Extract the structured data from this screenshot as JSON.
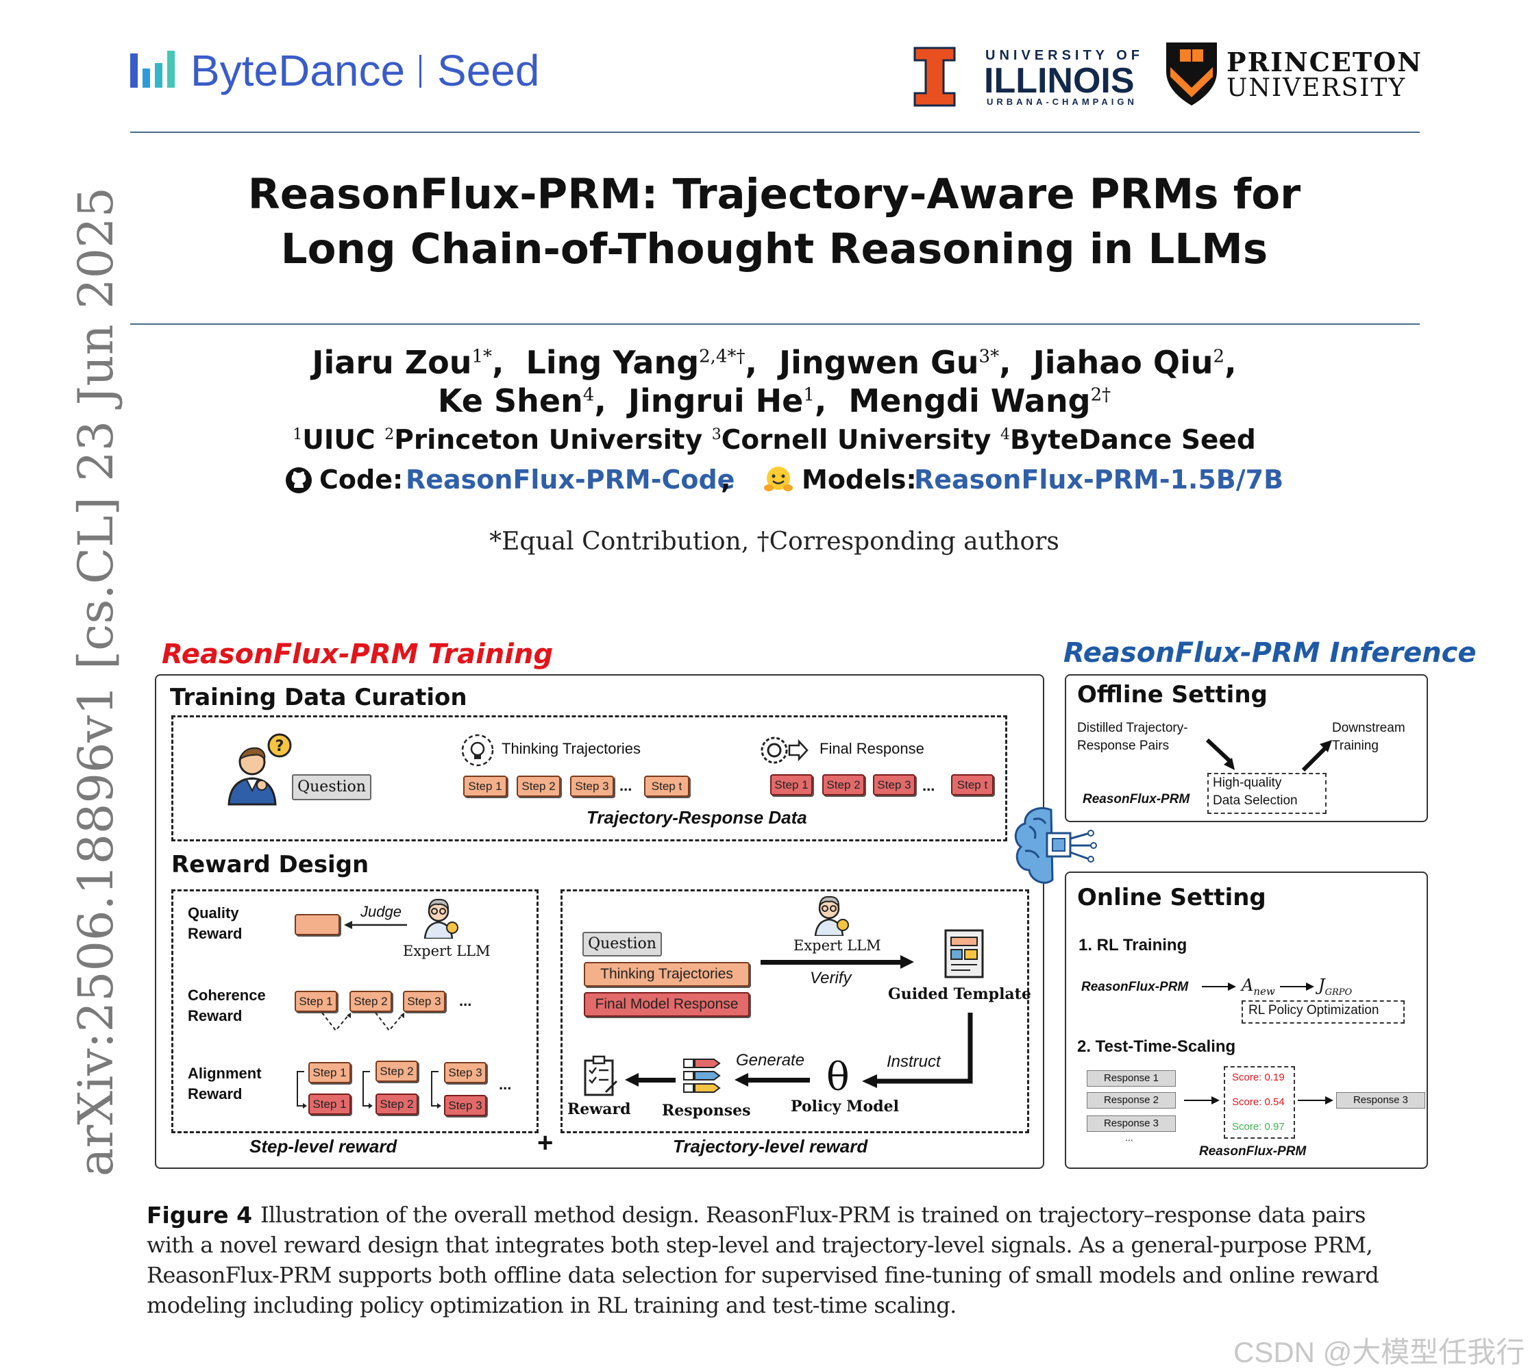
{
  "header": {
    "bytedance": "ByteDance",
    "seed": "Seed",
    "illinois_small": "UNIVERSITY OF",
    "illinois_big": "ILLINOIS",
    "illinois_sub": "URBANA-CHAMPAIGN",
    "princeton_1": "PRINCETON",
    "princeton_2": "UNIVERSITY"
  },
  "arxiv_stamp": "arXiv:2506.18896v1  [cs.CL]  23 Jun 2025",
  "title_line1": "ReasonFlux-PRM: Trajectory-Aware PRMs for",
  "title_line2": "Long Chain-of-Thought Reasoning in LLMs",
  "authors": {
    "a1": "Jiaru Zou",
    "a1_sup": "1*",
    "a2": "Ling Yang",
    "a2_sup": "2,4*†",
    "a3": "Jingwen Gu",
    "a3_sup": "3*",
    "a4": "Jiahao Qiu",
    "a4_sup": "2",
    "a5": "Ke Shen",
    "a5_sup": "4",
    "a6": "Jingrui He",
    "a6_sup": "1",
    "a7": "Mengdi Wang",
    "a7_sup": "2†"
  },
  "affiliations": {
    "s1": "1",
    "t1": "UIUC",
    "s2": "2",
    "t2": "Princeton University",
    "s3": "3",
    "t3": "Cornell University",
    "s4": "4",
    "t4": "ByteDance Seed"
  },
  "links": {
    "code_label": "Code:",
    "code_link": "ReasonFlux-PRM-Code",
    "models_label": "Models:",
    "models_link": "ReasonFlux-PRM-1.5B/7B"
  },
  "contrib": "*Equal Contribution, †Corresponding authors",
  "figure": {
    "training_title": "ReasonFlux-PRM Training",
    "inference_title": "ReasonFlux-PRM Inference",
    "curation_title": "Training Data Curation",
    "question": "Question",
    "thinking_trajectories": "Thinking Trajectories",
    "final_response": "Final Response",
    "steps": [
      "Step 1",
      "Step 2",
      "Step 3",
      "Step t"
    ],
    "ellipsis": "...",
    "traj_resp_data": "Trajectory-Response Data",
    "reward_design": "Reward Design",
    "quality_reward_1": "Quality",
    "quality_reward_2": "Reward",
    "judge": "Judge",
    "expert_llm": "Expert LLM",
    "coherence_1": "Coherence",
    "coherence_2": "Reward",
    "alignment_1": "Alignment",
    "alignment_2": "Reward",
    "step_level": "Step-level reward",
    "plus": "+",
    "traj_level": "Trajectory-level reward",
    "thinking_trajectories_box": "Thinking Trajectories",
    "final_model_response": "Final Model Response",
    "verify": "Verify",
    "guided_template": "Guided Template",
    "instruct": "Instruct",
    "generate": "Generate",
    "theta": "θ",
    "policy_model": "Policy Model",
    "responses": "Responses",
    "reward": "Reward",
    "offline_title": "Offline Setting",
    "distilled_1": "Distilled Trajectory-",
    "distilled_2": "Response Pairs",
    "downstream_1": "Downstream",
    "downstream_2": "Training",
    "prm_name": "ReasonFlux-PRM",
    "hq_1": "High-quality",
    "hq_2": "Data Selection",
    "online_title": "Online Setting",
    "rl_training": "1. RL Training",
    "a_new": "A",
    "a_new_sub": "new",
    "j_grpo": "J",
    "j_grpo_sub": "GRPO",
    "rl_policy_opt": "RL Policy Optimization",
    "tts": "2. Test-Time-Scaling",
    "responses_list": [
      "Response 1",
      "Response 2",
      "Response 3"
    ],
    "scores": [
      "Score: 0.19",
      "Score: 0.54",
      "Score: 0.97"
    ],
    "selected_response": "Response 3"
  },
  "caption": {
    "label": "Figure 4",
    "line1": "Illustration of the overall method design. ReasonFlux-PRM is trained on trajectory–response data pairs",
    "line2": "with a novel reward design that integrates both step-level and trajectory-level signals. As a general-purpose PRM,",
    "line3": "ReasonFlux-PRM supports both offline data selection for supervised fine-tuning of small models and online reward",
    "line4": "modeling including policy optimization in RL training and test-time scaling."
  },
  "watermark": "CSDN @大模型任我行",
  "colors": {
    "blue_brand": "#3a5cc8",
    "training_red": "#e3141b",
    "inference_blue": "#1f5aa6",
    "illinois_orange": "#e8501f",
    "illinois_navy": "#13294b",
    "link_blue": "#2f5fa8",
    "step_peach": "#f4b08a",
    "step_red": "#e36a6a"
  }
}
